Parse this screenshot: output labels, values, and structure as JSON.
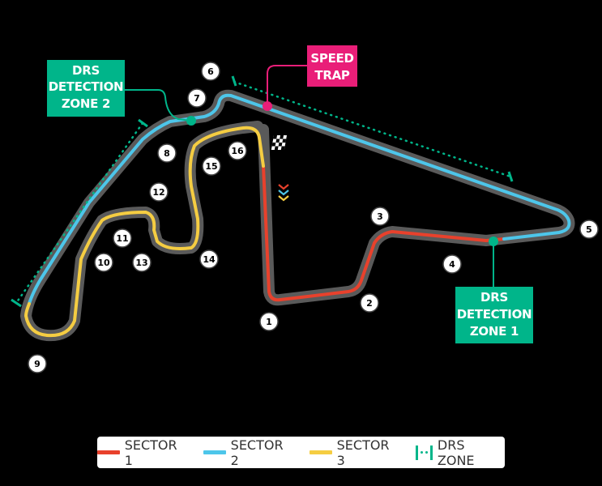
{
  "colors": {
    "sector1": "#e8412c",
    "sector2": "#4dc6ea",
    "sector3": "#f5cd42",
    "drs": "#00b58a",
    "speed_trap": "#e91e78",
    "track_outline": "#5a5a5a"
  },
  "labels": {
    "drs_zone_2": [
      "DRS",
      "DETECTION",
      "ZONE 2"
    ],
    "drs_zone_1": [
      "DRS",
      "DETECTION",
      "ZONE 1"
    ],
    "speed_trap": [
      "SPEED",
      "TRAP"
    ]
  },
  "turns": [
    "1",
    "2",
    "3",
    "4",
    "5",
    "6",
    "7",
    "8",
    "9",
    "10",
    "11",
    "12",
    "13",
    "14",
    "15",
    "16"
  ],
  "legend": {
    "sector1": "SECTOR 1",
    "sector2": "SECTOR 2",
    "sector3": "SECTOR 3",
    "drs_zone": "DRS ZONE"
  }
}
